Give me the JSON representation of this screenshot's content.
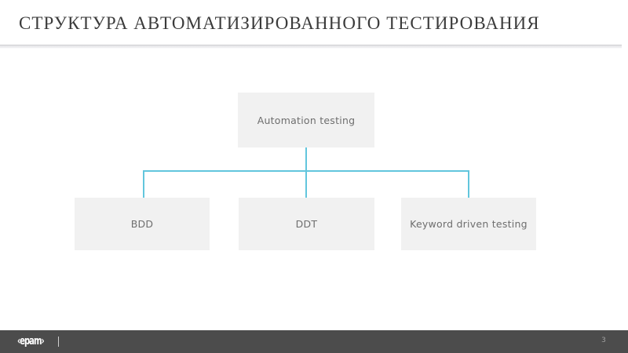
{
  "slide": {
    "title": "Структура автоматизированного тестирования",
    "background_color": "#FFFFFF",
    "rule_color": "#C8C8CC"
  },
  "diagram": {
    "type": "hierarchy",
    "node_fill": "#F1F1F1",
    "node_text_color": "#6E6E6E",
    "connector_color": "#62C6DD",
    "root": {
      "label": "Automation testing"
    },
    "children": [
      {
        "label": "BDD"
      },
      {
        "label": "DDT"
      },
      {
        "label": "Keyword driven testing"
      }
    ]
  },
  "footer": {
    "background_color": "#4C4C4C",
    "logo": "‹epam›",
    "separator": "|",
    "page_number": "3"
  }
}
